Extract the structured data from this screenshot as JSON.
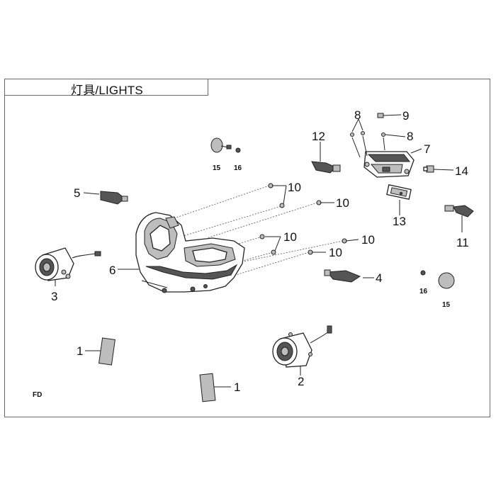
{
  "title": "灯具/LIGHTS",
  "callouts": {
    "c1a": "1",
    "c1b": "1",
    "c2": "2",
    "c3": "3",
    "c4": "4",
    "c5": "5",
    "c6": "6",
    "c7": "7",
    "c8a": "8",
    "c8b": "8",
    "c9": "9",
    "c10a": "10",
    "c10b": "10",
    "c10c": "10",
    "c10d": "10",
    "c10e": "10",
    "c11": "11",
    "c12": "12",
    "c13": "13",
    "c14": "14",
    "c15a": "15",
    "c15b": "15",
    "c16a": "16",
    "c16b": "16"
  },
  "logo_text": "FD"
}
